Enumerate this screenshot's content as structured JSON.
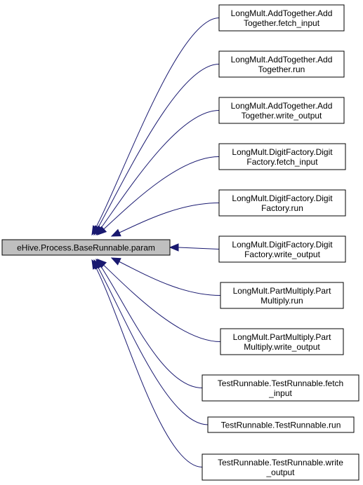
{
  "root": {
    "label": "eHive.Process.BaseRunnable.param"
  },
  "callers": [
    {
      "lines": [
        "LongMult.AddTogether.Add",
        "Together.fetch_input"
      ]
    },
    {
      "lines": [
        "LongMult.AddTogether.Add",
        "Together.run"
      ]
    },
    {
      "lines": [
        "LongMult.AddTogether.Add",
        "Together.write_output"
      ]
    },
    {
      "lines": [
        "LongMult.DigitFactory.Digit",
        "Factory.fetch_input"
      ]
    },
    {
      "lines": [
        "LongMult.DigitFactory.Digit",
        "Factory.run"
      ]
    },
    {
      "lines": [
        "LongMult.DigitFactory.Digit",
        "Factory.write_output"
      ]
    },
    {
      "lines": [
        "LongMult.PartMultiply.Part",
        "Multiply.run"
      ]
    },
    {
      "lines": [
        "LongMult.PartMultiply.Part",
        "Multiply.write_output"
      ]
    },
    {
      "lines": [
        "TestRunnable.TestRunnable.fetch",
        "_input"
      ]
    },
    {
      "lines": [
        "TestRunnable.TestRunnable.run"
      ]
    },
    {
      "lines": [
        "TestRunnable.TestRunnable.write",
        "_output"
      ]
    }
  ],
  "colors": {
    "edge": "#191970",
    "root_fill": "#bfbfbf",
    "node_fill": "#ffffff",
    "border": "#000000"
  }
}
